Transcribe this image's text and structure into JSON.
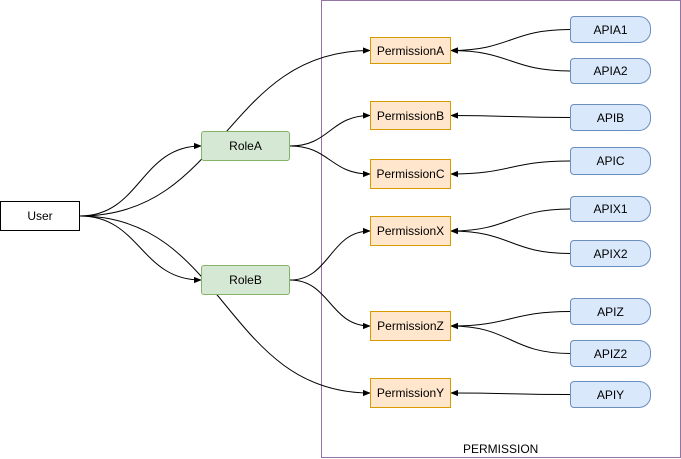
{
  "group": {
    "label": "PERMISSION"
  },
  "nodes": {
    "user": "User",
    "roleA": "RoleA",
    "roleB": "RoleB",
    "permA": "PermissionA",
    "permB": "PermissionB",
    "permC": "PermissionC",
    "permX": "PermissionX",
    "permZ": "PermissionZ",
    "permY": "PermissionY",
    "apiA1": "APIA1",
    "apiA2": "APIA2",
    "apiB": "APIB",
    "apiC": "APIC",
    "apiX1": "APIX1",
    "apiX2": "APIX2",
    "apiZ": "APIZ",
    "apiZ2": "APIZ2",
    "apiY": "APIY"
  },
  "edges": [
    {
      "from": "user",
      "to": "roleA"
    },
    {
      "from": "user",
      "to": "roleB"
    },
    {
      "from": "user",
      "to": "permA"
    },
    {
      "from": "user",
      "to": "permY"
    },
    {
      "from": "roleA",
      "to": "permB"
    },
    {
      "from": "roleA",
      "to": "permC"
    },
    {
      "from": "roleB",
      "to": "permX"
    },
    {
      "from": "roleB",
      "to": "permZ"
    },
    {
      "from": "apiA1",
      "to": "permA"
    },
    {
      "from": "apiA2",
      "to": "permA"
    },
    {
      "from": "apiB",
      "to": "permB"
    },
    {
      "from": "apiC",
      "to": "permC"
    },
    {
      "from": "apiX1",
      "to": "permX"
    },
    {
      "from": "apiX2",
      "to": "permX"
    },
    {
      "from": "apiZ",
      "to": "permZ"
    },
    {
      "from": "apiZ2",
      "to": "permZ"
    },
    {
      "from": "apiY",
      "to": "permY"
    }
  ]
}
